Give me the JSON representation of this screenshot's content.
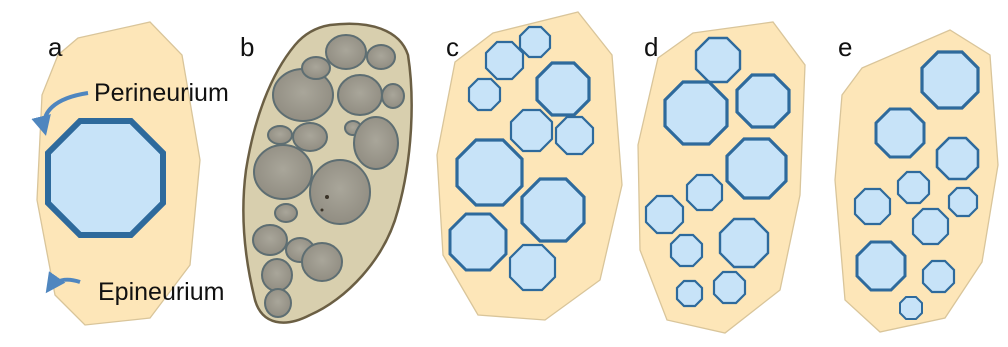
{
  "colors": {
    "epineurium_fill": "#fde6b8",
    "epineurium_stroke": "#d9c59a",
    "fascicle_fill": "#c7e3f8",
    "perineurium_stroke": "#2e6a9c",
    "arrow": "#4f86bf",
    "histology_tissue": "#d8cfae",
    "histology_fascicle": "#9e9a8c"
  },
  "panels": [
    {
      "id": "a",
      "label": "a"
    },
    {
      "id": "b",
      "label": "b"
    },
    {
      "id": "c",
      "label": "c"
    },
    {
      "id": "d",
      "label": "d"
    },
    {
      "id": "e",
      "label": "e"
    }
  ],
  "callouts": {
    "perineurium": "Perineurium",
    "epineurium": "Epineurium"
  },
  "panel_b_image": "nerve-cross-section-micrograph"
}
